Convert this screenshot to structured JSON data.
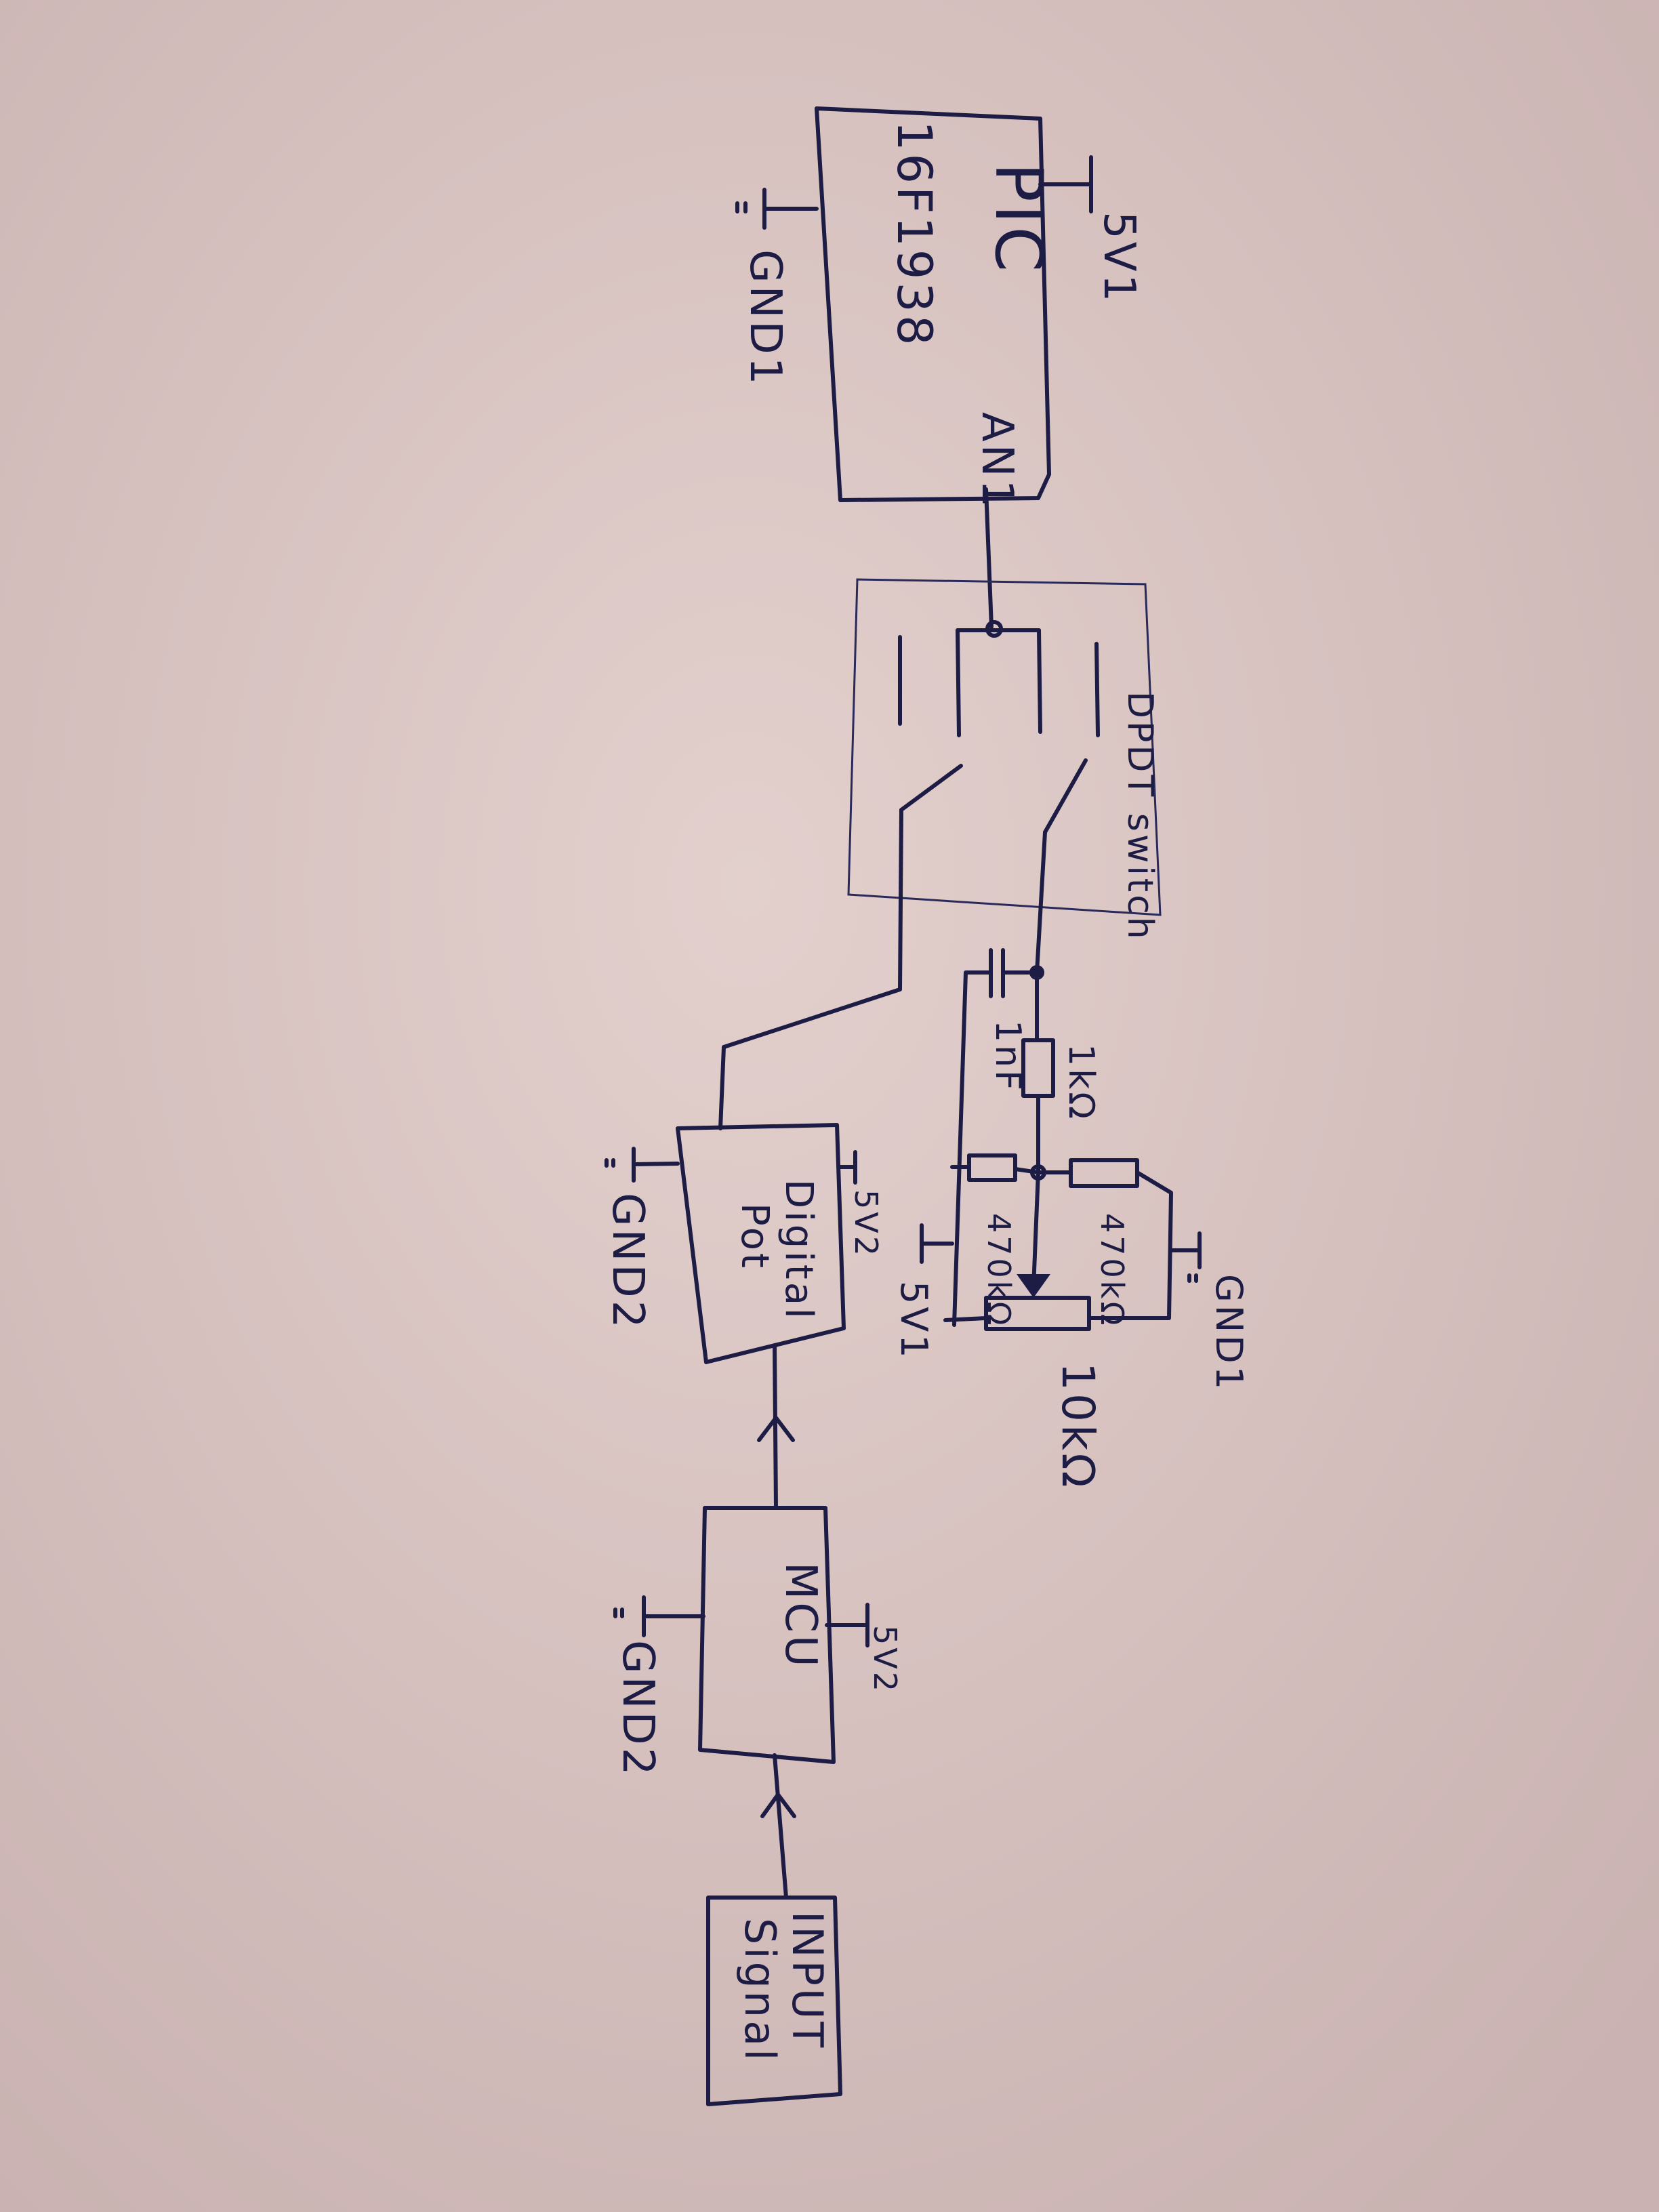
{
  "diagram": {
    "pic": {
      "label": "PIC",
      "part": "16F1938",
      "pin": "AN1",
      "supply": "5V1",
      "ground": "GND1"
    },
    "switch": {
      "label": "DPDT switch"
    },
    "network": {
      "r_series": "1kΩ",
      "cap": "1nF",
      "r_top": "470kΩ",
      "r_bottom": "470kΩ",
      "pot": "10kΩ",
      "supply": "5V1",
      "ground": "GND1"
    },
    "digital_pot": {
      "label_1": "Digital",
      "label_2": "Pot",
      "supply": "5V2",
      "ground": "GND2"
    },
    "mcu": {
      "label": "MCU",
      "supply": "5V2",
      "ground": "GND2"
    },
    "input": {
      "label_1": "INPUT",
      "label_2": "Signal"
    }
  }
}
